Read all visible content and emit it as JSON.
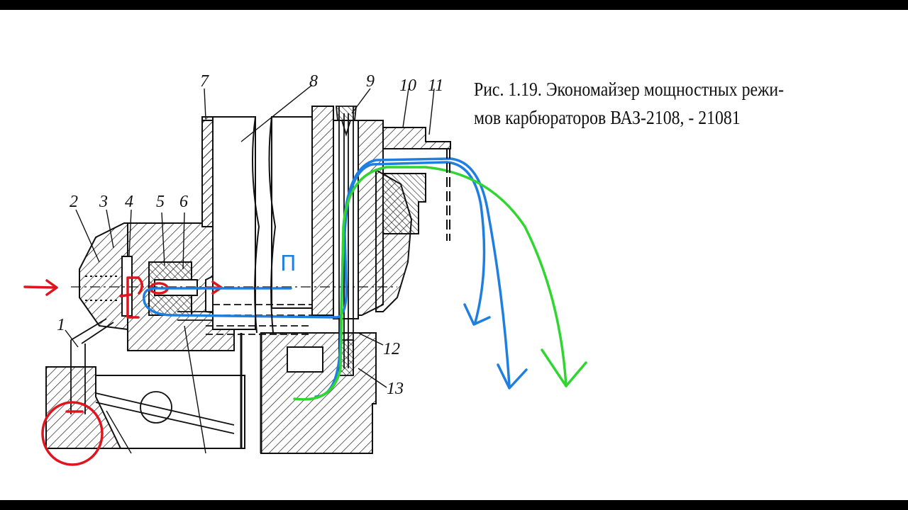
{
  "caption": {
    "line1": "Рис. 1.19. Экономайзер мощностных режи-",
    "line2": "мов карбюраторов ВАЗ-2108, - 21081"
  },
  "callouts": [
    "1",
    "2",
    "3",
    "4",
    "5",
    "6",
    "7",
    "8",
    "9",
    "10",
    "11",
    "12",
    "13"
  ],
  "annotation": {
    "handwritten_label": "П"
  },
  "colors": {
    "letterbox": "#000000",
    "paper": "#ffffff",
    "ink": "#111111",
    "red_markup": "#e0141e",
    "blue_markup": "#1f7fe0",
    "green_markup": "#2fd62f"
  }
}
